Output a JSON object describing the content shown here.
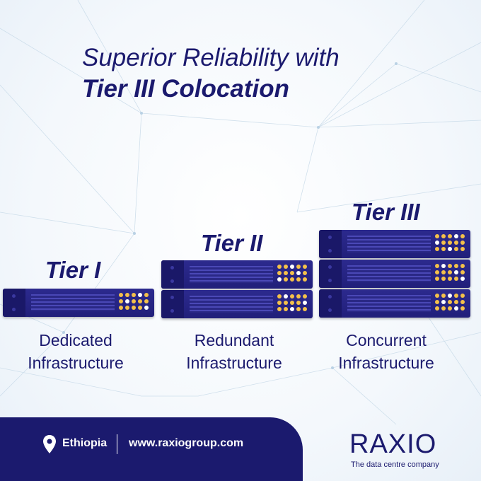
{
  "headline": {
    "line1": "Superior Reliability with",
    "line2": "Tier III Colocation"
  },
  "tiers": [
    {
      "title": "Tier I",
      "caption_line1": "Dedicated",
      "caption_line2": "Infrastructure",
      "servers": 1
    },
    {
      "title": "Tier II",
      "caption_line1": "Redundant",
      "caption_line2": "Infrastructure",
      "servers": 2
    },
    {
      "title": "Tier III",
      "caption_line1": "Concurrent",
      "caption_line2": "Infrastructure",
      "servers": 3
    }
  ],
  "footer": {
    "location_icon": "map-pin-icon",
    "country": "Ethiopia",
    "website": "www.raxiogroup.com"
  },
  "brand": {
    "name": "RAXIO",
    "tagline": "The data centre company"
  },
  "colors": {
    "navy": "#1b1a6e",
    "server": "#2c2a8e",
    "led": "#f4c14a"
  }
}
